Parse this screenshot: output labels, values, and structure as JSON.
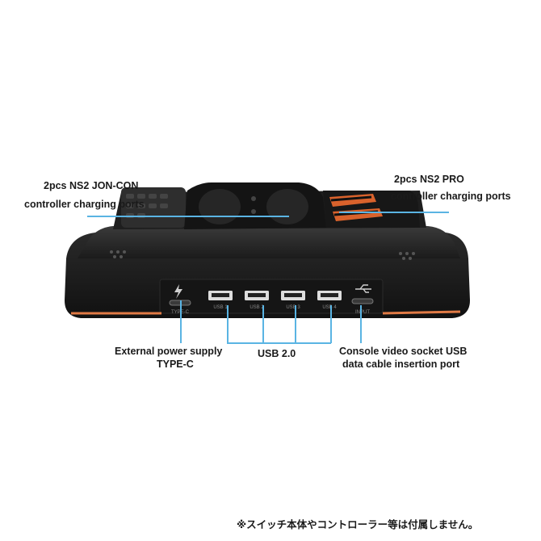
{
  "callouts": {
    "joycon": {
      "line1": "2pcs NS2 JON-CON",
      "line2": "controller charging ports"
    },
    "pro": {
      "line1": "2pcs NS2 PRO",
      "line2": "controller charging ports"
    },
    "power": {
      "line1": "External power supply",
      "line2": "TYPE-C"
    },
    "usb": {
      "line1": "USB 2.0"
    },
    "console": {
      "line1": "Console video socket USB",
      "line2": "data cable insertion port"
    }
  },
  "port_labels": {
    "typec": "TYPE-C",
    "usb1": "USB 1",
    "usb2": "USB 2",
    "usb3": "USB 3",
    "usb4": "USB 4",
    "input": "INPUT"
  },
  "footer_note": "※スイッチ本体やコントローラー等は付属しません。",
  "colors": {
    "callout_line": "#5ab4e3",
    "device_body": "#1c1c1c",
    "accent_stripe": "#e07a45",
    "text": "#1a1a1a"
  },
  "icons": [
    "lightning-bolt-icon",
    "usb-trident-icon"
  ]
}
